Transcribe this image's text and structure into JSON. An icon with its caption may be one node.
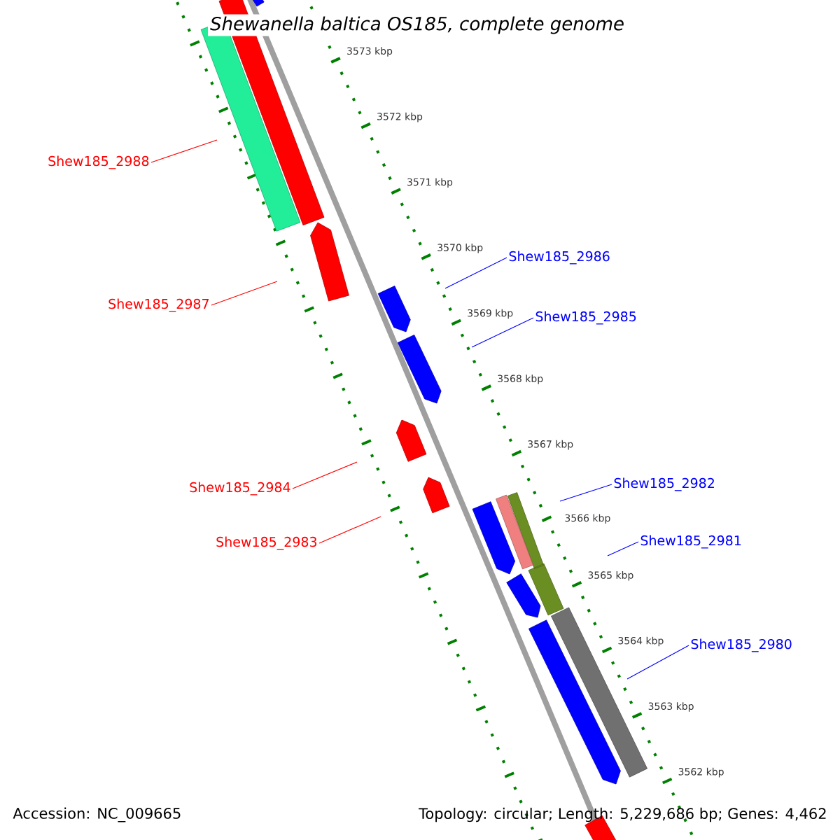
{
  "diagram": {
    "title": "Shewanella baltica OS185, complete genome",
    "nodes": [
      {
        "text": [
          "Shew185_2988"
        ]
      },
      {
        "text": [
          "Shew185_2986"
        ]
      },
      {
        "text": [
          "Shew185_2987"
        ]
      },
      {
        "text": [
          "Shew185_2985"
        ]
      },
      {
        "text": [
          "Shew185_2982"
        ]
      },
      {
        "text": [
          "Shew185_2984"
        ]
      },
      {
        "text": [
          "Shew185_2981"
        ]
      },
      {
        "text": [
          "Shew185_2983"
        ]
      },
      {
        "text": [
          "Shew185_2980"
        ]
      }
    ],
    "edges": [
      {
        "from": 0,
        "to": null,
        "arrow": "none",
        "color": "#ff0000"
      },
      {
        "from": 1,
        "to": null,
        "arrow": "none"
      },
      {
        "from": 2,
        "to": null,
        "arrow": "none",
        "color": "#ff0000"
      },
      {
        "from": 3,
        "to": null,
        "arrow": "none"
      },
      {
        "from": 4,
        "to": null,
        "arrow": "none"
      },
      {
        "from": 5,
        "to": null,
        "arrow": "none",
        "color": "#ff0000"
      },
      {
        "from": 6,
        "to": null,
        "arrow": "none"
      },
      {
        "from": 7,
        "to": null,
        "arrow": "none",
        "color": "#ff0000"
      },
      {
        "from": 8,
        "to": null,
        "arrow": "none"
      }
    ],
    "labels": [
      "3573 kbp",
      "3572 kbp",
      "3571 kbp",
      "3570 kbp",
      "3569 kbp",
      "3568 kbp",
      "3567 kbp",
      "3566 kbp",
      "3565 kbp",
      "3564 kbp",
      "3563 kbp",
      "3562 kbp",
      "Accession: NC_009665",
      "Topology: circular; Length: 5,229,686 bp; Genes: 4,462"
    ]
  }
}
